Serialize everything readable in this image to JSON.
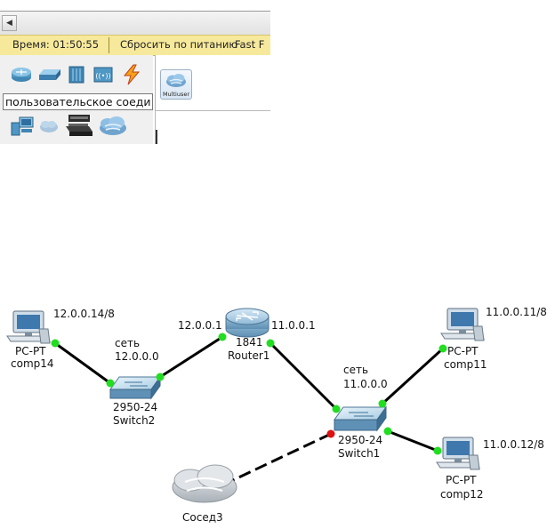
{
  "status_bar": {
    "time_label": "Время: 01:50:55",
    "power_cycle_label": "Сбросить по питанию",
    "fast_forward_label": "Fast F"
  },
  "device_palette": {
    "category_icons": [
      "router-icon",
      "switch-icon",
      "hub-icon",
      "wireless-icon",
      "connection-icon",
      "end-device-icon",
      "wan-emulation-icon",
      "custom-device-icon",
      "multiuser-cloud-icon"
    ],
    "selected_type_label": "пользовательское соеди",
    "multiuser_label": "Multiuser"
  },
  "topology": {
    "devices": {
      "comp14": {
        "type": "PC-PT",
        "name": "comp14",
        "ip": "12.0.0.14/8"
      },
      "switch2": {
        "type": "2950-24",
        "name": "Switch2"
      },
      "router1": {
        "type": "1841",
        "name": "Router1",
        "ip_left": "12.0.0.1",
        "ip_right": "11.0.0.1"
      },
      "switch1": {
        "type": "2950-24",
        "name": "Switch1"
      },
      "comp11": {
        "type": "PC-PT",
        "name": "comp11",
        "ip": "11.0.0.11/8"
      },
      "comp12": {
        "type": "PC-PT",
        "name": "comp12",
        "ip": "11.0.0.12/8"
      },
      "cloud": {
        "name": "Сосед3"
      }
    },
    "networks": {
      "net12": {
        "label": "сеть",
        "address": "12.0.0.0"
      },
      "net11": {
        "label": "сеть",
        "address": "11.0.0.0"
      }
    },
    "colors": {
      "link_up": "#22dd22",
      "link_down": "#dd1111",
      "cable": "#000000",
      "status_bar_bg": "#f7e99b"
    }
  }
}
